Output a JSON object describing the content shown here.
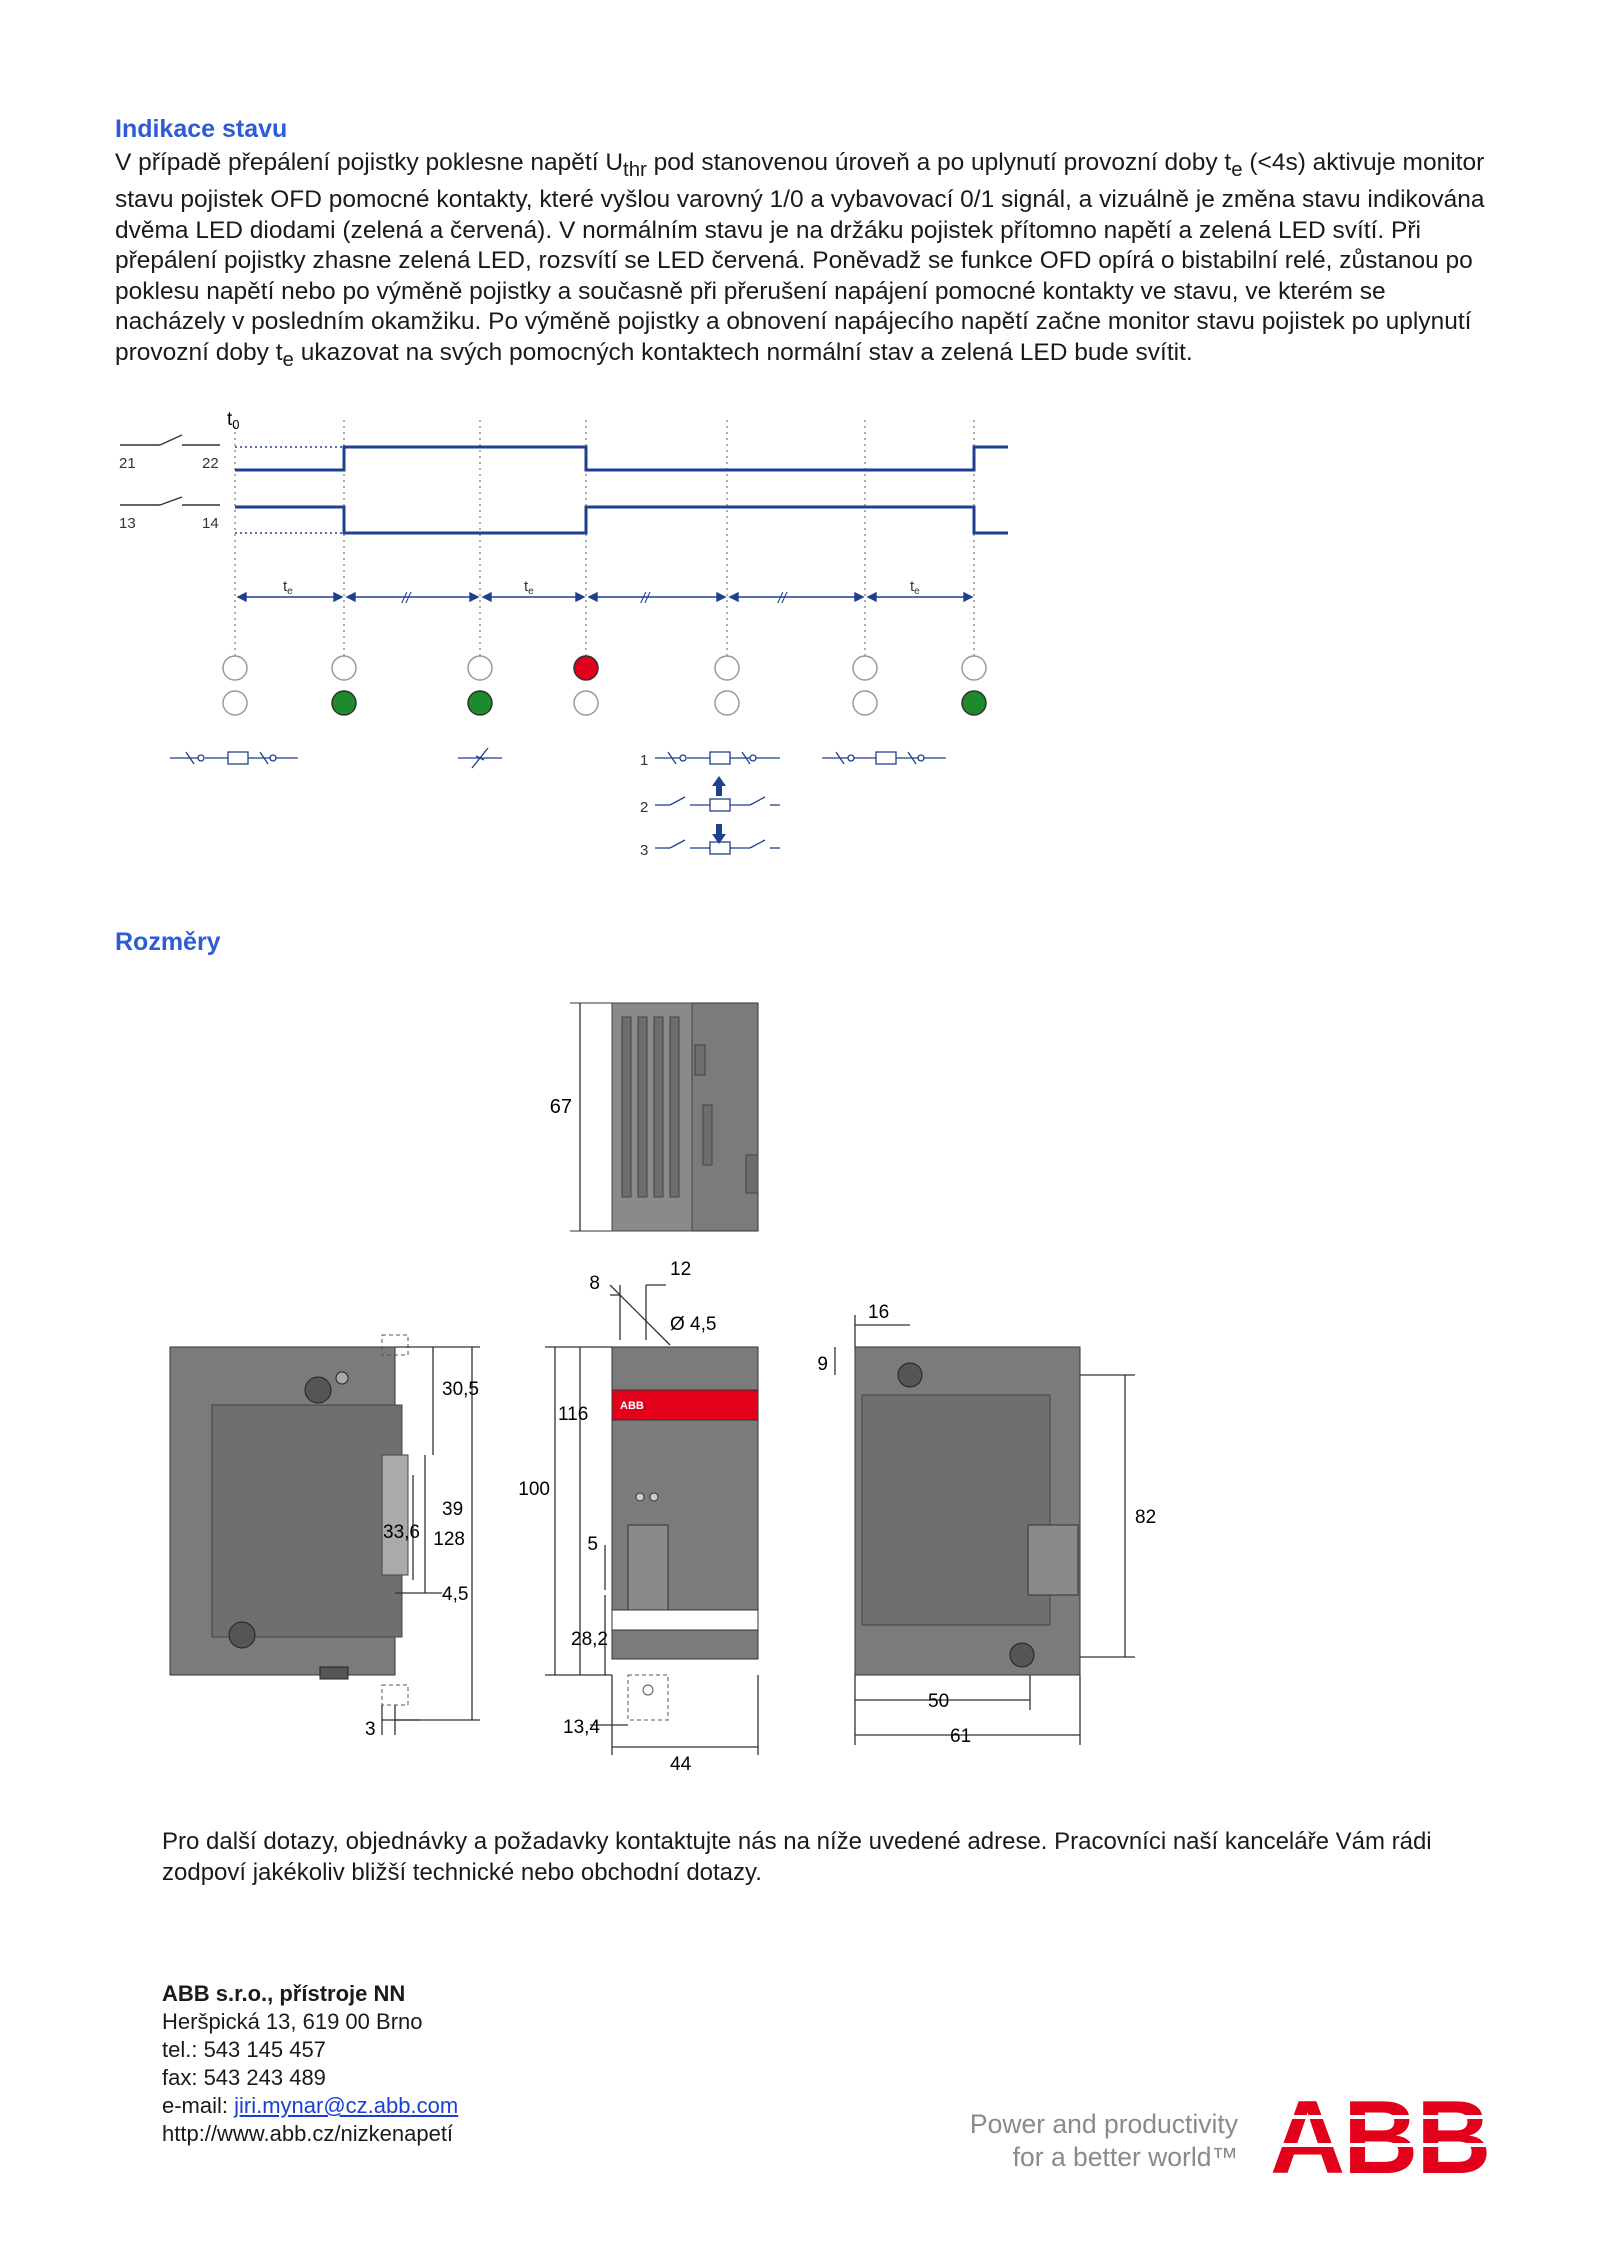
{
  "status": {
    "heading": "Indikace stavu",
    "paragraph_html": "V případě přepálení pojistky poklesne napětí U<sub>thr</sub> pod stanovenou úroveň a po uplynutí provozní doby t<sub>e</sub> (&lt;4s) aktivuje monitor stavu pojistek OFD pomocné kontakty, které vyšlou varovný 1/0 a vybavovací 0/1 signál, a vizuálně je změna stavu indikována dvěma LED diodami (zelená a červená). V normálním stavu je na držáku pojistek přítomno napětí a zelená LED svítí. Při přepálení pojistky zhasne zelená LED, rozsvítí se LED červená. Poněvadž se funkce OFD opírá o bistabilní relé, zůstanou po poklesu napětí nebo po výměně pojistky a současně při přerušení napájení pomocné kontakty ve stavu, ve kterém se nacházely v posledním okamžiku. Po výměně pojistky a obnovení napájecího napětí začne monitor stavu pojistek po uplynutí provozní doby t<sub>e</sub> ukazovat na svých pomocných kontaktech normální stav a zelená LED bude svítit."
  },
  "timing": {
    "t0": "t0",
    "contact1": [
      "21",
      "22"
    ],
    "contact2": [
      "13",
      "14"
    ],
    "te": "te",
    "break": "//",
    "leds": [
      {
        "top": "off",
        "bottom": "off"
      },
      {
        "top": "off",
        "bottom": "green"
      },
      {
        "top": "off",
        "bottom": "green"
      },
      {
        "top": "red",
        "bottom": "off"
      },
      {
        "top": "off",
        "bottom": "off"
      },
      {
        "top": "off",
        "bottom": "off"
      },
      {
        "top": "off",
        "bottom": "green"
      }
    ],
    "step_numbers": [
      "1",
      "2",
      "3"
    ],
    "colors": {
      "line": "#1f3f8f",
      "green": "#1c8a2c",
      "red": "#e0001b",
      "led_off": "#9a9a9a"
    }
  },
  "dimensions": {
    "heading": "Rozměry",
    "top_view": {
      "h": "67"
    },
    "side_view": {
      "d1": "30,5",
      "d2": "39",
      "d3": "33,6",
      "d4": "128",
      "d5": "4,5",
      "d6": "3"
    },
    "front_view": {
      "d8": "8",
      "d12": "12",
      "hole": "Ø 4,5",
      "d116": "116",
      "d100": "100",
      "d5": "5",
      "d282": "28,2",
      "d134": "13,4",
      "d44": "44",
      "brand": "ABB"
    },
    "back_view": {
      "d16": "16",
      "d9": "9",
      "d82": "82",
      "d50": "50",
      "d61": "61"
    }
  },
  "contact_note": "Pro další dotazy, objednávky a požadavky kontaktujte nás na níže uvedené adrese. Pracovníci naší kanceláře Vám rádi zodpoví jakékoliv bližší technické nebo obchodní dotazy.",
  "address": {
    "company": "ABB s.r.o., přístroje NN",
    "street": "Heršpická 13, 619 00 Brno",
    "tel": "tel.: 543 145 457",
    "fax": "fax: 543 243 489",
    "email_label": "e-mail: ",
    "email": "jiri.mynar@cz.abb.com",
    "web": "http://www.abb.cz/nizkenapetí"
  },
  "footer": {
    "tagline1": "Power and productivity",
    "tagline2": "for a better world™",
    "logo": "ABB",
    "brand_color": "#e2001a"
  }
}
